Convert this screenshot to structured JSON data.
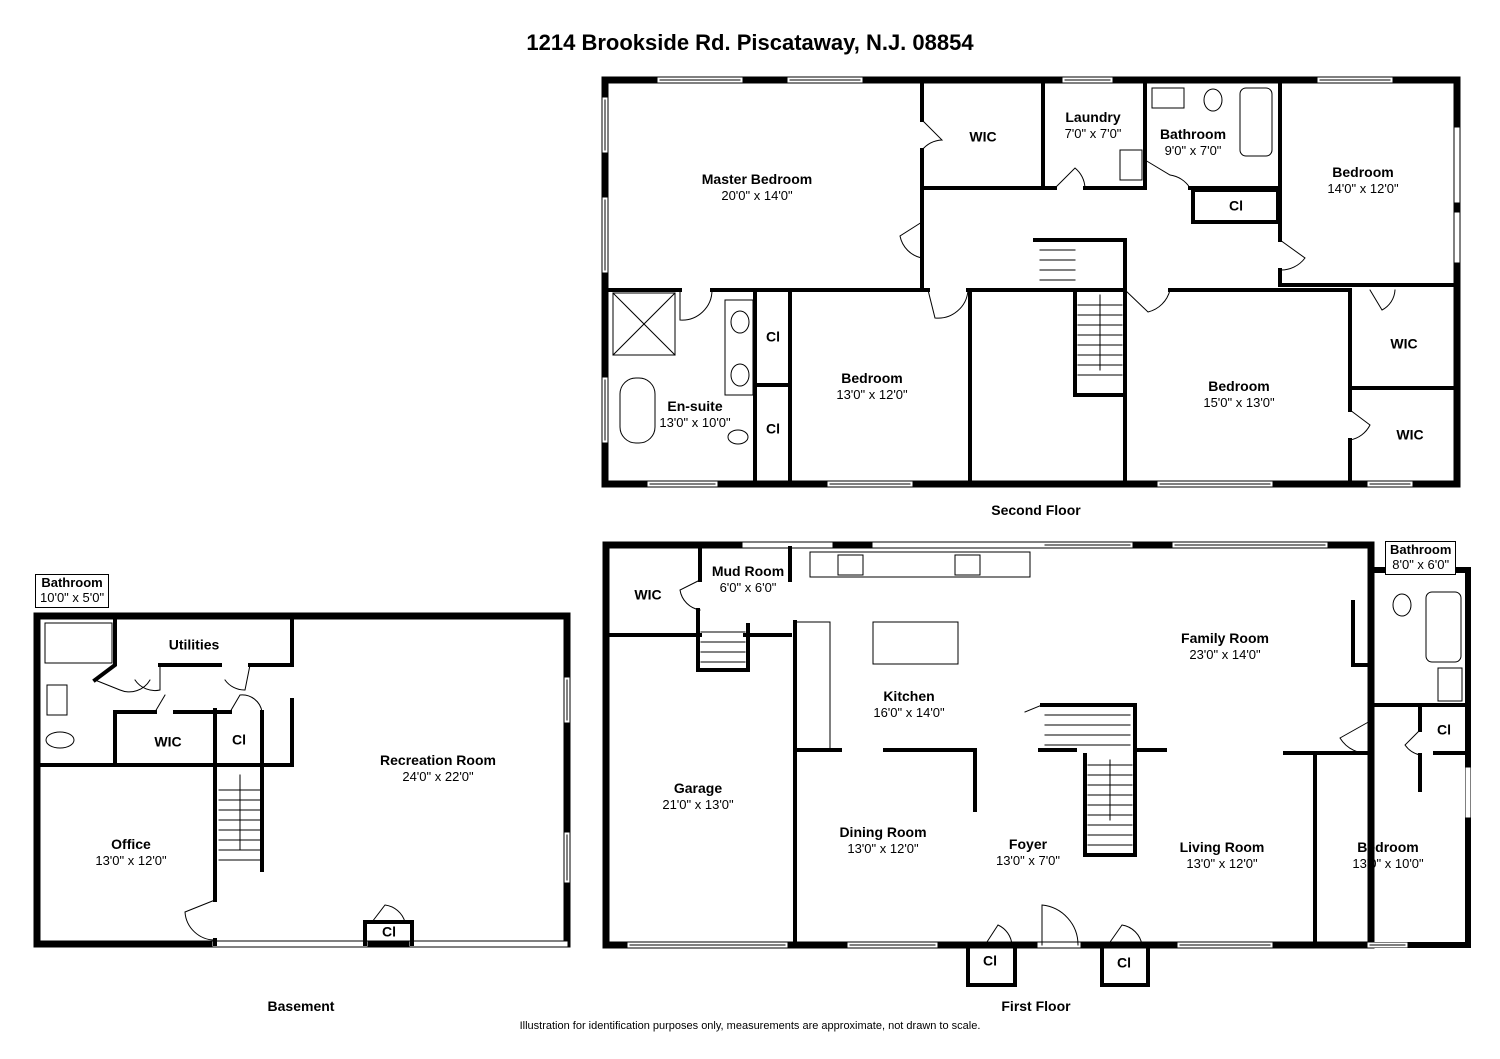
{
  "title": "1214 Brookside Rd. Piscataway, N.J. 08854",
  "disclaimer": "Illustration for identification purposes only, measurements are approximate, not drawn to scale.",
  "floors": {
    "second": "Second Floor",
    "first": "First Floor",
    "basement": "Basement"
  },
  "second_floor": {
    "master_bedroom": {
      "name": "Master Bedroom",
      "dims": "20'0\" x 14'0\""
    },
    "wic": {
      "name": "WIC"
    },
    "laundry": {
      "name": "Laundry",
      "dims": "7'0\" x 7'0\""
    },
    "bathroom": {
      "name": "Bathroom",
      "dims": "9'0\" x 7'0\""
    },
    "bedroom_ne": {
      "name": "Bedroom",
      "dims": "14'0\" x 12'0\""
    },
    "cl_hall": {
      "name": "Cl"
    },
    "ensuite": {
      "name": "En-suite",
      "dims": "13'0\" x 10'0\""
    },
    "cl_a": {
      "name": "Cl"
    },
    "cl_b": {
      "name": "Cl"
    },
    "bedroom_mid": {
      "name": "Bedroom",
      "dims": "13'0\" x 12'0\""
    },
    "bedroom_se": {
      "name": "Bedroom",
      "dims": "15'0\" x 13'0\""
    },
    "wic_a": {
      "name": "WIC"
    },
    "wic_b": {
      "name": "WIC"
    }
  },
  "first_floor": {
    "wic": {
      "name": "WIC"
    },
    "mud_room": {
      "name": "Mud Room",
      "dims": "6'0\" x 6'0\""
    },
    "garage": {
      "name": "Garage",
      "dims": "21'0\" x 13'0\""
    },
    "kitchen": {
      "name": "Kitchen",
      "dims": "16'0\" x 14'0\""
    },
    "family_room": {
      "name": "Family Room",
      "dims": "23'0\" x 14'0\""
    },
    "bathroom": {
      "name": "Bathroom",
      "dims": "8'0\" x 6'0\""
    },
    "cl_bath": {
      "name": "Cl"
    },
    "dining_room": {
      "name": "Dining Room",
      "dims": "13'0\" x 12'0\""
    },
    "foyer": {
      "name": "Foyer",
      "dims": "13'0\" x 7'0\""
    },
    "living_room": {
      "name": "Living Room",
      "dims": "13'0\" x 12'0\""
    },
    "bedroom": {
      "name": "Bedroom",
      "dims": "13'0\" x 10'0\""
    },
    "cl_left": {
      "name": "Cl"
    },
    "cl_right": {
      "name": "Cl"
    }
  },
  "basement": {
    "bathroom": {
      "name": "Bathroom",
      "dims": "10'0\" x 5'0\""
    },
    "utilities": {
      "name": "Utilities"
    },
    "wic": {
      "name": "WIC"
    },
    "cl_mid": {
      "name": "Cl"
    },
    "office": {
      "name": "Office",
      "dims": "13'0\" x 12'0\""
    },
    "recreation_room": {
      "name": "Recreation Room",
      "dims": "24'0\" x 22'0\""
    },
    "cl_rec": {
      "name": "Cl"
    }
  }
}
